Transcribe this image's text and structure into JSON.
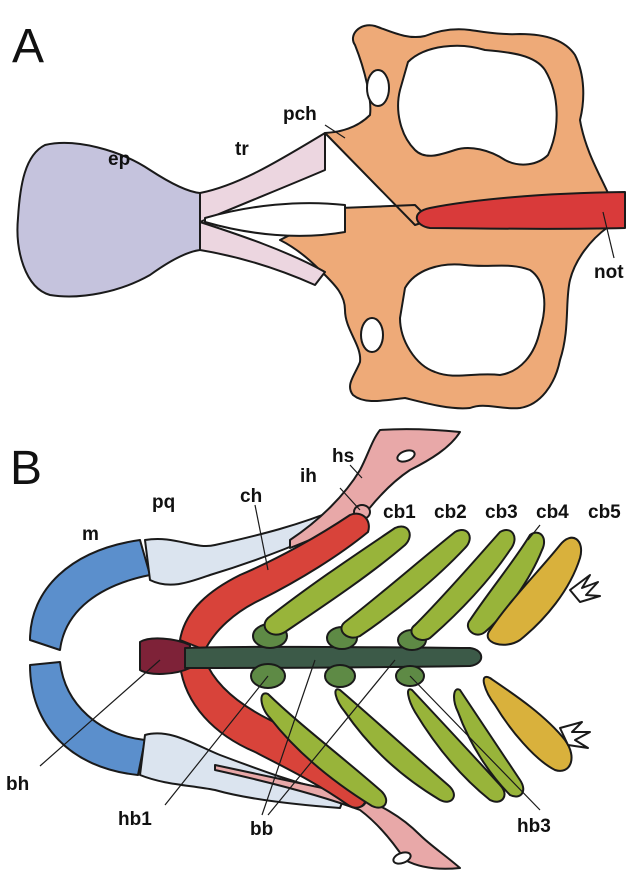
{
  "panels": {
    "a": {
      "letter": "A",
      "labels": {
        "ep": "ep",
        "tr": "tr",
        "pch": "pch",
        "not": "not"
      }
    },
    "b": {
      "letter": "B",
      "labels": {
        "hs": "hs",
        "ih": "ih",
        "pq": "pq",
        "ch": "ch",
        "m": "m",
        "cb1": "cb1",
        "cb2": "cb2",
        "cb3": "cb3",
        "cb4": "cb4",
        "cb5": "cb5",
        "bh": "bh",
        "hb1": "hb1",
        "bb": "bb",
        "hb3": "hb3"
      }
    }
  },
  "colors": {
    "ethmoid_plate": "#c5c3dd",
    "trabecula": "#ecd6e0",
    "parachordal": "#eeaa78",
    "notochord": "#d93a3a",
    "meckel": "#5b8fcc",
    "palatoquadrate": "#dbe4ef",
    "ceratohyal": "#d8433a",
    "hyosymplectic": "#e8a8a8",
    "basihyal": "#7e2238",
    "basibranchial": "#3c5a48",
    "hypobranchial": "#5e8a45",
    "ceratobranchial": "#98b43a",
    "ceratobranchial5": "#d9b13c"
  }
}
